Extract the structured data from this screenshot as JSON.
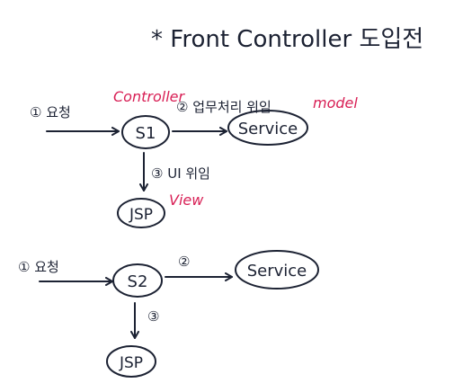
{
  "title": "* Front Controller 도입전",
  "top": {
    "step1_label": "① 요청",
    "controller_tag": "Controller",
    "s1_label": "S1",
    "step2_label": "② 업무처리 위임",
    "service_label": "Service",
    "model_tag": "model",
    "step3_label": "③ UI 위임",
    "jsp_label": "JSP",
    "view_tag": "View"
  },
  "bottom": {
    "step1_label": "① 요청",
    "s2_label": "S2",
    "step2_label": "②",
    "service_label": "Service",
    "step3_label": "③",
    "jsp_label": "JSP"
  },
  "colors": {
    "ink": "#1c2233",
    "accent": "#d81f55"
  }
}
